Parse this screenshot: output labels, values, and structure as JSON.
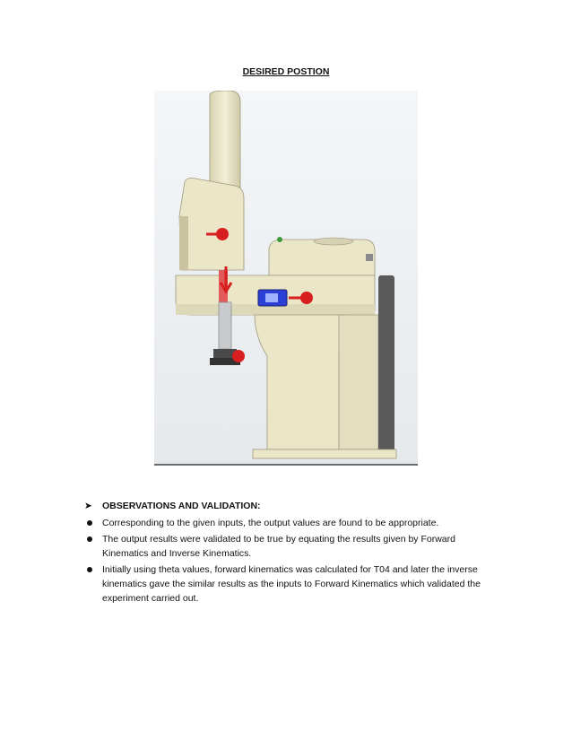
{
  "page": {
    "title": "DESIRED POSTION"
  },
  "figure": {
    "kind": "robot-render",
    "colors": {
      "body": "#ebe6c8",
      "body_shadow": "#c9c3a0",
      "background": "#eef0f2",
      "accent_red": "#d81f1f",
      "panel_blue": "#2a3fd6",
      "dark": "#4a4a4a"
    }
  },
  "observations": {
    "heading_icon": "arrow-bullet-icon",
    "heading": "OBSERVATIONS AND VALIDATION:",
    "items": [
      "Corresponding to the given inputs, the output values are found to be appropriate.",
      "The output results were validated to be true by equating the results given by Forward Kinematics and Inverse Kinematics.",
      "Initially using theta values, forward kinematics was calculated for T04 and later the inverse kinematics gave the similar results as the inputs to Forward Kinematics which validated the experiment carried out."
    ]
  }
}
